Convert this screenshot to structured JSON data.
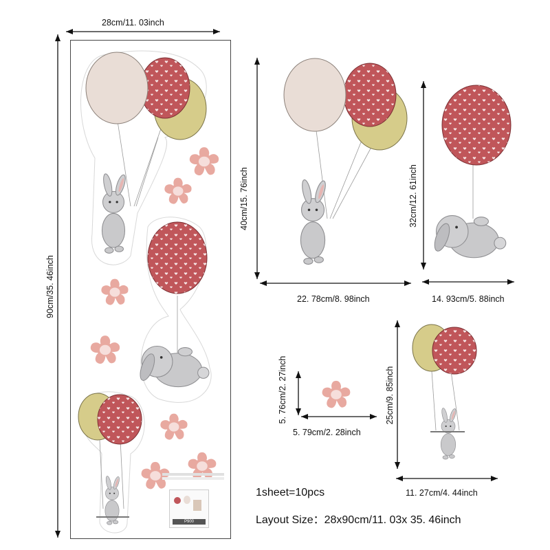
{
  "product": {
    "sheet_width_label": "28cm/11. 03inch",
    "sheet_height_label": "90cm/35. 46inch",
    "thumb_code": "P900"
  },
  "items": {
    "large_bunny_balloons": {
      "width_label": "22. 78cm/8. 98inch",
      "height_label": "40cm/15. 76inch"
    },
    "bunny_single_balloon": {
      "width_label": "14. 93cm/5. 88inch",
      "height_label": "32cm/12. 61inch"
    },
    "flower": {
      "width_label": "5. 79cm/2. 28inch",
      "height_label": "5. 76cm/2. 27inch"
    },
    "swing_bunny": {
      "width_label": "11. 27cm/4. 44inch",
      "height_label": "25cm/9. 85inch"
    }
  },
  "footer": {
    "count": "1sheet=10pcs",
    "layout_size": "Layout Size：28x90cm/11. 03x  35. 46inch"
  },
  "colors": {
    "red_balloon": "#c0565a",
    "beige_balloon": "#e9ddd6",
    "olive_balloon": "#d6cc8a",
    "flower_petal": "#e8a9a0",
    "flower_center": "#f6dedb",
    "bunny": "#c9c9cb"
  }
}
